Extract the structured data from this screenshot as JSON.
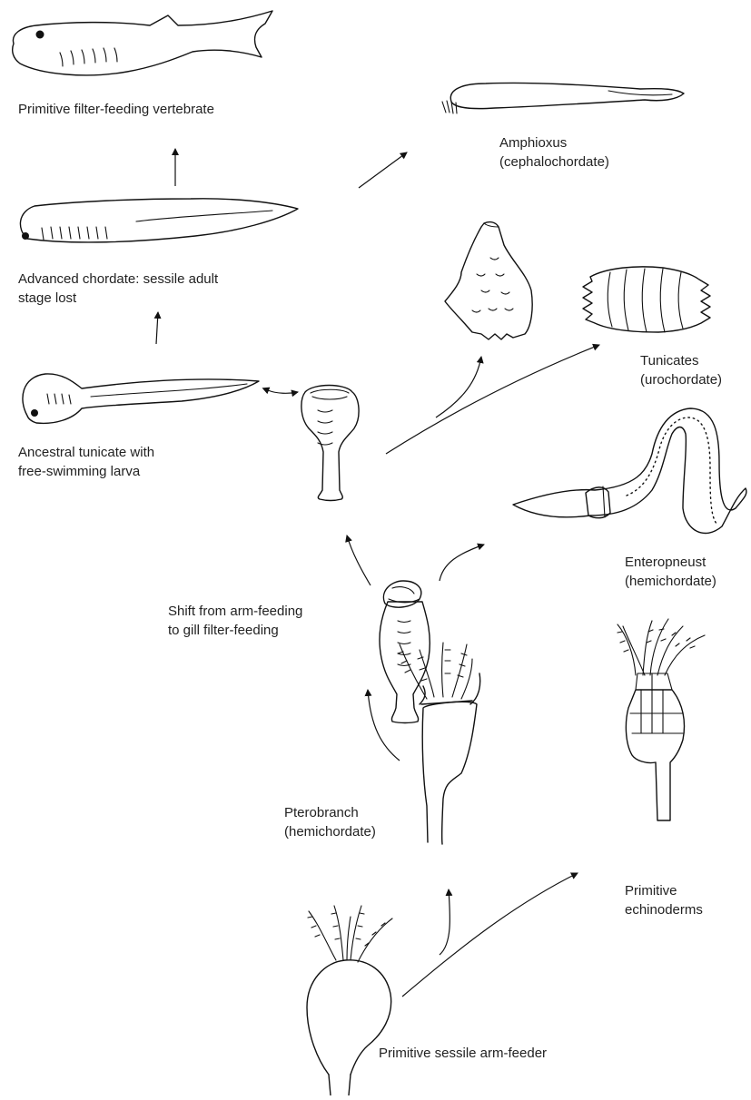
{
  "labels": {
    "filter_vertebrate": "Primitive filter-feeding vertebrate",
    "amphioxus": [
      "Amphioxus",
      "(cephalochordate)"
    ],
    "advanced_chordate": [
      "Advanced chordate: sessile adult",
      "stage lost"
    ],
    "tunicates": [
      "Tunicates",
      "(urochordate)"
    ],
    "ancestral_tunicate": [
      "Ancestral tunicate with",
      "free-swimming larva"
    ],
    "enteropneust": [
      "Enteropneust",
      "(hemichordate)"
    ],
    "shift": [
      "Shift from arm-feeding",
      "to gill filter-feeding"
    ],
    "pterobranch": [
      "Pterobranch",
      "(hemichordate)"
    ],
    "echinoderms": [
      "Primitive",
      "echinoderms"
    ],
    "sessile_arm_feeder": "Primitive sessile arm-feeder"
  },
  "colors": {
    "ink": "#111111",
    "text": "#222222",
    "background": "#ffffff"
  }
}
